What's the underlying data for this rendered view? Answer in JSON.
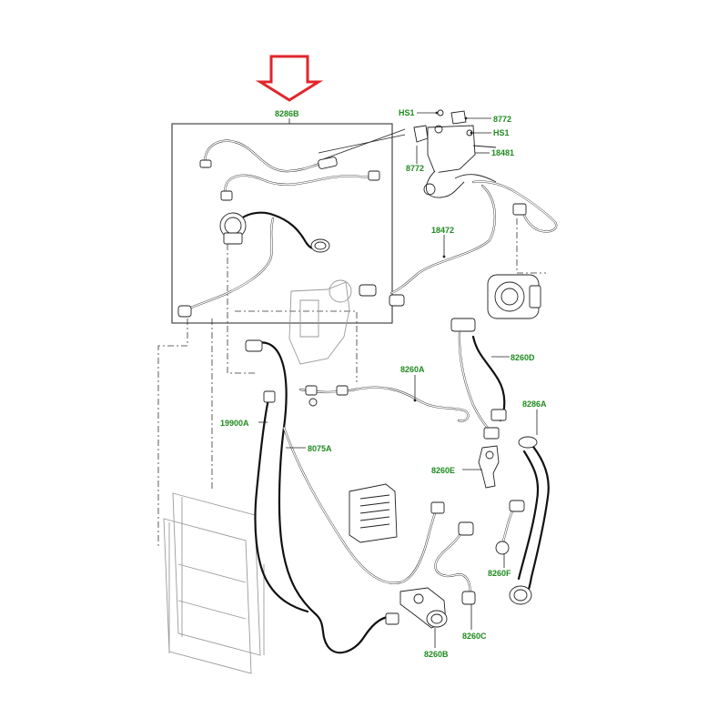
{
  "diagram": {
    "arrow_color": "#e0262b",
    "label_color": "#1e8a1e",
    "labels": {
      "l8286B": "8286B",
      "lHS1a": "HS1",
      "lHS1b": "HS1",
      "l8772a": "8772",
      "l8772b": "8772",
      "l18481": "18481",
      "l18472": "18472",
      "l8260A": "8260A",
      "l8260D": "8260D",
      "l8286A": "8286A",
      "l19900A": "19900A",
      "l8075A": "8075A",
      "l8260E": "8260E",
      "l8260F": "8260F",
      "l8260C": "8260C",
      "l8260B": "8260B"
    }
  }
}
